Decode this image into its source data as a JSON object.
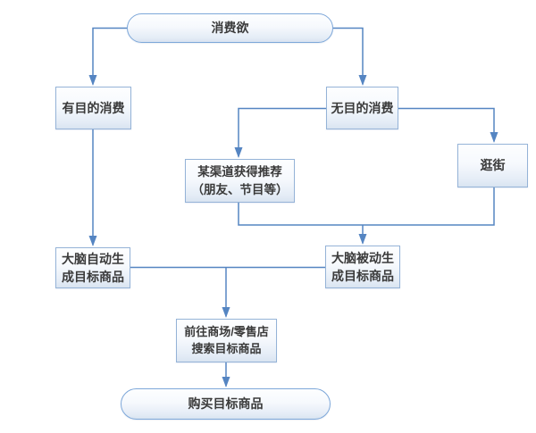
{
  "diagram": {
    "type": "flowchart",
    "background_color": "#ffffff",
    "colors": {
      "connector": "#5585c2",
      "shape_border": "#95b3d7",
      "shape_fill_top": "#ffffff",
      "shape_fill_bottom": "#d9e4f1",
      "text": "#3a3a3a"
    },
    "nodes": {
      "start": {
        "label": "消费欲",
        "shape": "terminator"
      },
      "purposeful": {
        "label": "有目的消费",
        "shape": "process"
      },
      "purposeless": {
        "label": "无目的消费",
        "shape": "process"
      },
      "channel": {
        "label": "某渠道获得推荐\n（朋友、节目等）",
        "shape": "process"
      },
      "stroll": {
        "label": "逛街",
        "shape": "process"
      },
      "brain_auto": {
        "label": "大脑自动生\n成目标商品",
        "shape": "process"
      },
      "brain_passive": {
        "label": "大脑被动生\n成目标商品",
        "shape": "process"
      },
      "go_search": {
        "label": "前往商场/零售店\n搜索目标商品",
        "shape": "process"
      },
      "purchase": {
        "label": "购买目标商品",
        "shape": "terminator"
      }
    },
    "edges": [
      {
        "from": "start",
        "to": "purposeful"
      },
      {
        "from": "start",
        "to": "purposeless"
      },
      {
        "from": "purposeless",
        "to": "channel"
      },
      {
        "from": "purposeless",
        "to": "stroll"
      },
      {
        "from": "channel",
        "to": "brain_passive"
      },
      {
        "from": "stroll",
        "to": "brain_passive"
      },
      {
        "from": "purposeful",
        "to": "brain_auto"
      },
      {
        "from": "brain_auto",
        "to": "go_search"
      },
      {
        "from": "brain_passive",
        "to": "go_search"
      },
      {
        "from": "go_search",
        "to": "purchase"
      }
    ]
  }
}
